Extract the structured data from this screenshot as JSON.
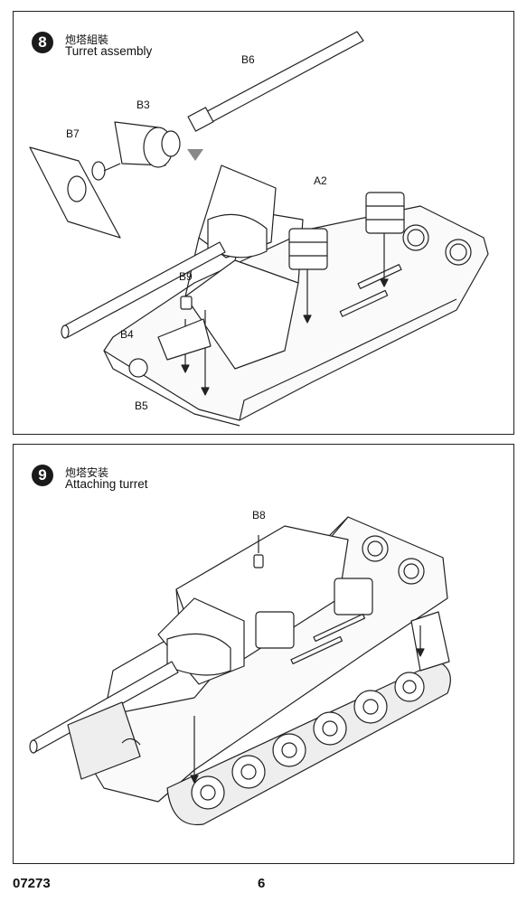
{
  "steps": [
    {
      "number": "8",
      "title_cn": "炮塔組裝",
      "title_en": "Turret assembly",
      "parts": [
        "B6",
        "B3",
        "B7",
        "A2",
        "B9",
        "B4",
        "B5"
      ]
    },
    {
      "number": "9",
      "title_cn": "炮塔安装",
      "title_en": "Attaching turret",
      "parts": [
        "B8"
      ]
    }
  ],
  "footer": {
    "code": "07273",
    "page": "6"
  }
}
